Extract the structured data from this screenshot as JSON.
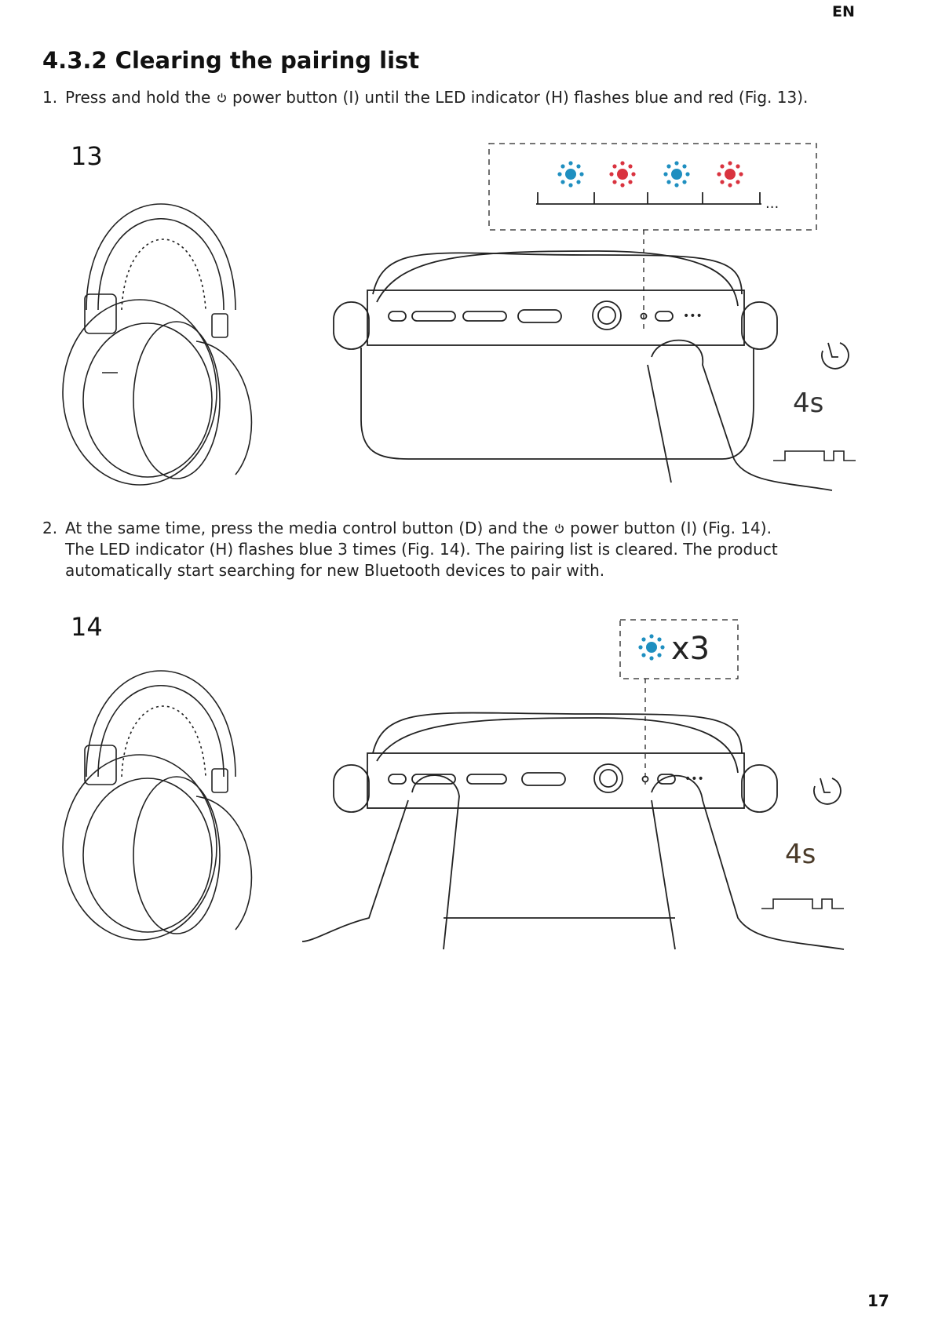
{
  "header": {
    "language": "EN"
  },
  "section": {
    "title": "4.3.2 Clearing the pairing list"
  },
  "steps": [
    {
      "number": "1.",
      "line1_before": "Press and hold the",
      "line1_after": "power button (I) until the LED indicator (H) flashes blue and red (Fig. 13)."
    },
    {
      "number": "2.",
      "line1_before": "At the same time, press the media control button (D) and the",
      "line1_after": "power button (I) (Fig. 14).",
      "line2": "The LED indicator (H) flashes blue 3 times (Fig. 14). The pairing list is cleared. The product",
      "line3": "automatically start searching for new Bluetooth devices to pair with."
    }
  ],
  "figures": [
    {
      "number": "13",
      "duration": "4s",
      "led_sequence_more": "..."
    },
    {
      "number": "14",
      "duration": "4s",
      "flash_count": "x3"
    }
  ],
  "colors": {
    "led_blue": "#1f8fc0",
    "led_red": "#d9333f"
  },
  "icons": [
    "power-icon",
    "clock-icon",
    "led-flash-icon",
    "headphones-icon"
  ],
  "footer": {
    "page_number": "17"
  }
}
